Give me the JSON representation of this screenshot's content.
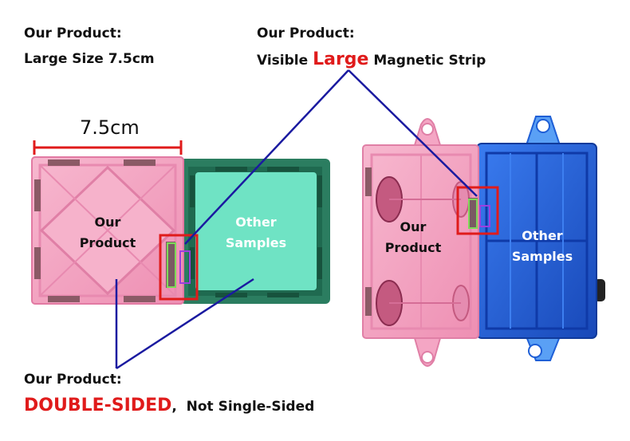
{
  "top_left": {
    "line1": "Our Product:",
    "line2": "Large Size 7.5cm"
  },
  "top_right": {
    "line1": "Our Product:",
    "prefix": "Visible ",
    "highlight": "Large",
    "suffix": " Magnetic Strip"
  },
  "dimension": {
    "label": "7.5cm"
  },
  "left_pink_tile": {
    "line1": "Our",
    "line2": "Product"
  },
  "left_green_tile": {
    "line1": "Other",
    "line2": "Samples"
  },
  "right_pink_tile": {
    "line1": "Our",
    "line2": "Product"
  },
  "right_blue_tile": {
    "line1": "Other",
    "line2": "Samples"
  },
  "bottom_left": {
    "line1": "Our Product:",
    "highlight": "DOUBLE-SIDED",
    "suffix": ",  Not Single-Sided"
  },
  "colors": {
    "pink": "#f4a6c4",
    "green": "#2f8f6e",
    "teal": "#6fe3c4",
    "blue": "#1f5fd6",
    "red": "#e01b1b",
    "annotation_line": "#1a1aa0"
  }
}
